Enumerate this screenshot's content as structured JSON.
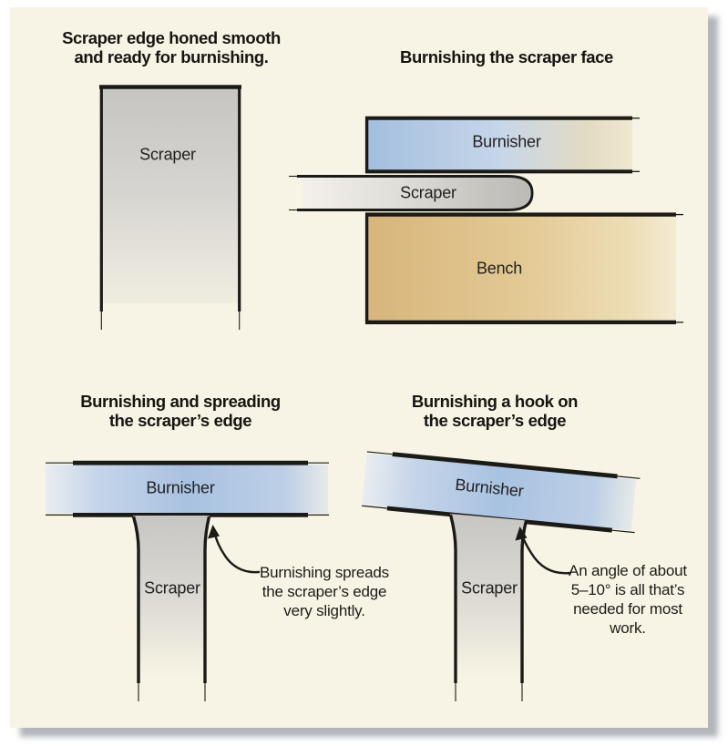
{
  "figure": {
    "background_color": "#ffffff",
    "panel_color": "#f8f4e5",
    "ink_color": "#1b1a17",
    "shadow_color": "#8a8e96"
  },
  "colors": {
    "burnisher_blue": "#a8c2e1",
    "scraper_gray": "#c7c6c3",
    "bench_tan": "#d7b57b"
  },
  "panels": {
    "top_left": {
      "title_line1": "Scraper edge honed smooth",
      "title_line2": "and ready for burnishing.",
      "scraper_label": "Scraper"
    },
    "top_right": {
      "title": "Burnishing the scraper face",
      "burnisher_label": "Burnisher",
      "scraper_label": "Scraper",
      "bench_label": "Bench"
    },
    "bottom_left": {
      "title_line1": "Burnishing and spreading",
      "title_line2": "the scraper’s edge",
      "burnisher_label": "Burnisher",
      "scraper_label": "Scraper",
      "note_line1": "Burnishing spreads",
      "note_line2": "the scraper’s edge",
      "note_line3": "very slightly."
    },
    "bottom_right": {
      "title_line1": "Burnishing a hook on",
      "title_line2": "the scraper’s edge",
      "burnisher_label": "Burnisher",
      "scraper_label": "Scraper",
      "note_line1": "An angle of about",
      "note_line2": "5–10° is all that’s",
      "note_line3": "needed for most",
      "note_line4": "work."
    }
  }
}
